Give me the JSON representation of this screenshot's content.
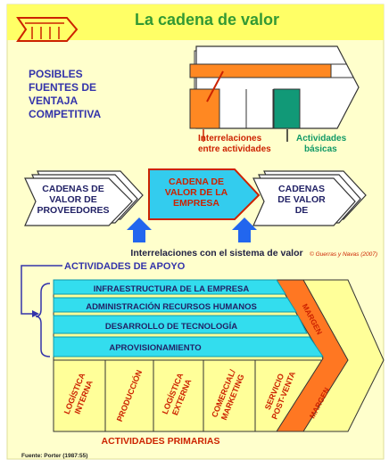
{
  "title": "La cadena de valor",
  "colors": {
    "background": "#ffffcc",
    "header_band": "#ffff66",
    "title_green": "#339933",
    "label_blue": "#3333aa",
    "red": "#cc2200",
    "green": "#009966",
    "orange": "#ff7722",
    "cyan": "#33ddee",
    "cyan_dark": "#1199aa",
    "light_yellow": "#ffff99",
    "arrow_blue": "#2266ee"
  },
  "sources_label": "POSIBLES FUENTES DE VENTAJA COMPETITIVA",
  "top_diagram": {
    "interrelations_label": "Interrelaciones entre actividades",
    "basic_activities_label": "Actividades básicas"
  },
  "chains": {
    "suppliers": "CADENAS DE VALOR DE PROVEEDORES",
    "company": "CADENA DE VALOR DE LA EMPRESA",
    "clients": "CADENAS DE VALOR DE CLIENTES"
  },
  "system_interrelations_label": "Interrelaciones con el sistema de valor",
  "credit": "© Guerras y Navas (2007)",
  "support": {
    "label": "ACTIVIDADES DE APOYO",
    "rows": [
      "INFRAESTRUCTURA DE LA EMPRESA",
      "ADMINISTRACIÓN RECURSOS HUMANOS",
      "DESARROLLO DE TECNOLOGÍA",
      "APROVISIONAMIENTO"
    ]
  },
  "primary": {
    "label": "ACTIVIDADES PRIMARIAS",
    "columns": [
      "LOGÍSTICA INTERNA",
      "PRODUCCIÓN",
      "LOGÍSTICA EXTERNA",
      "COMERCIAL/ MARKETING",
      "SERVICIO POST-VENTA"
    ]
  },
  "margin_label": "MARGEN",
  "footer_source": "Fuente: Porter (1987:55)"
}
